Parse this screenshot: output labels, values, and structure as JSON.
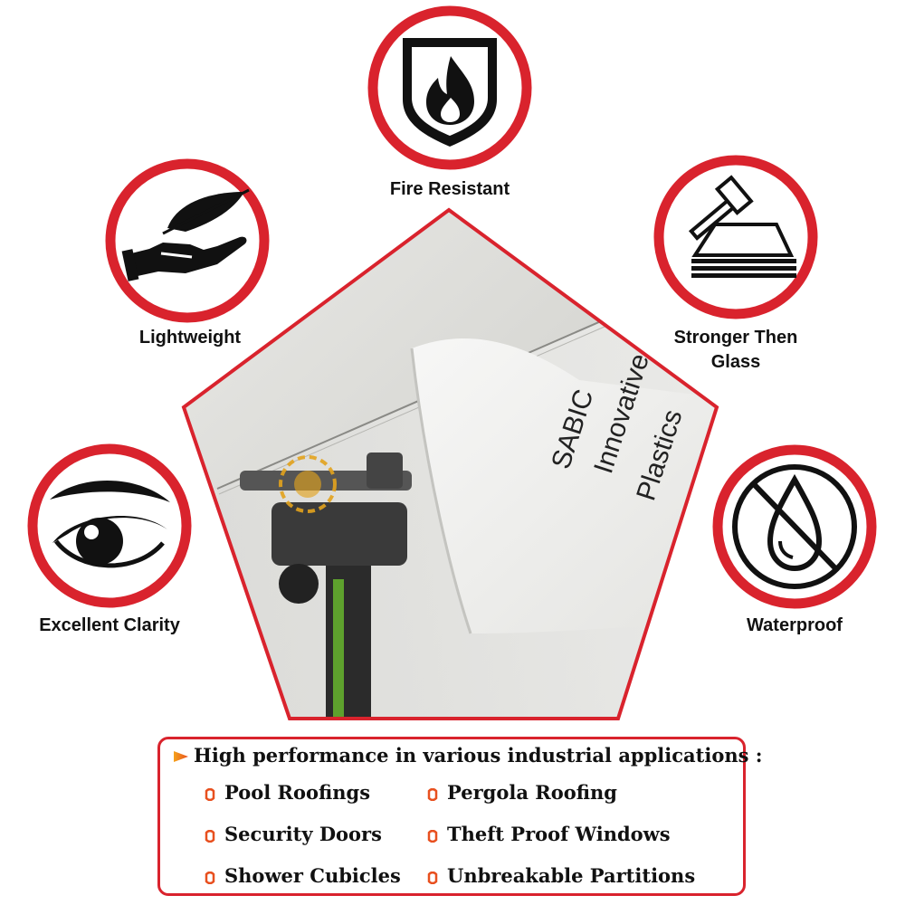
{
  "features": {
    "fire_resistant": {
      "label": "Fire Resistant",
      "icon": "shield-flame-icon"
    },
    "lightweight": {
      "label": "Lightweight",
      "icon": "feather-on-hand-icon"
    },
    "stronger": {
      "label_line1": "Stronger Then",
      "label_line2": "Glass",
      "icon": "hammer-on-sheets-icon"
    },
    "clarity": {
      "label": "Excellent Clarity",
      "icon": "eye-icon"
    },
    "waterproof": {
      "label": "Waterproof",
      "icon": "no-water-drop-icon"
    }
  },
  "photo": {
    "film_line1": "SABIC",
    "film_line2": "Innovative",
    "film_line3": "Plastics"
  },
  "applications": {
    "title": "High performance in various industrial applications :",
    "items": [
      "Pool Roofings",
      "Pergola Roofing",
      "Security Doors",
      "Theft Proof Windows",
      "Shower Cubicles",
      "Unbreakable Partitions"
    ]
  },
  "colors": {
    "accent_red": "#d9232d",
    "icon_black": "#111111",
    "bullet_orange": "#e8501f"
  }
}
